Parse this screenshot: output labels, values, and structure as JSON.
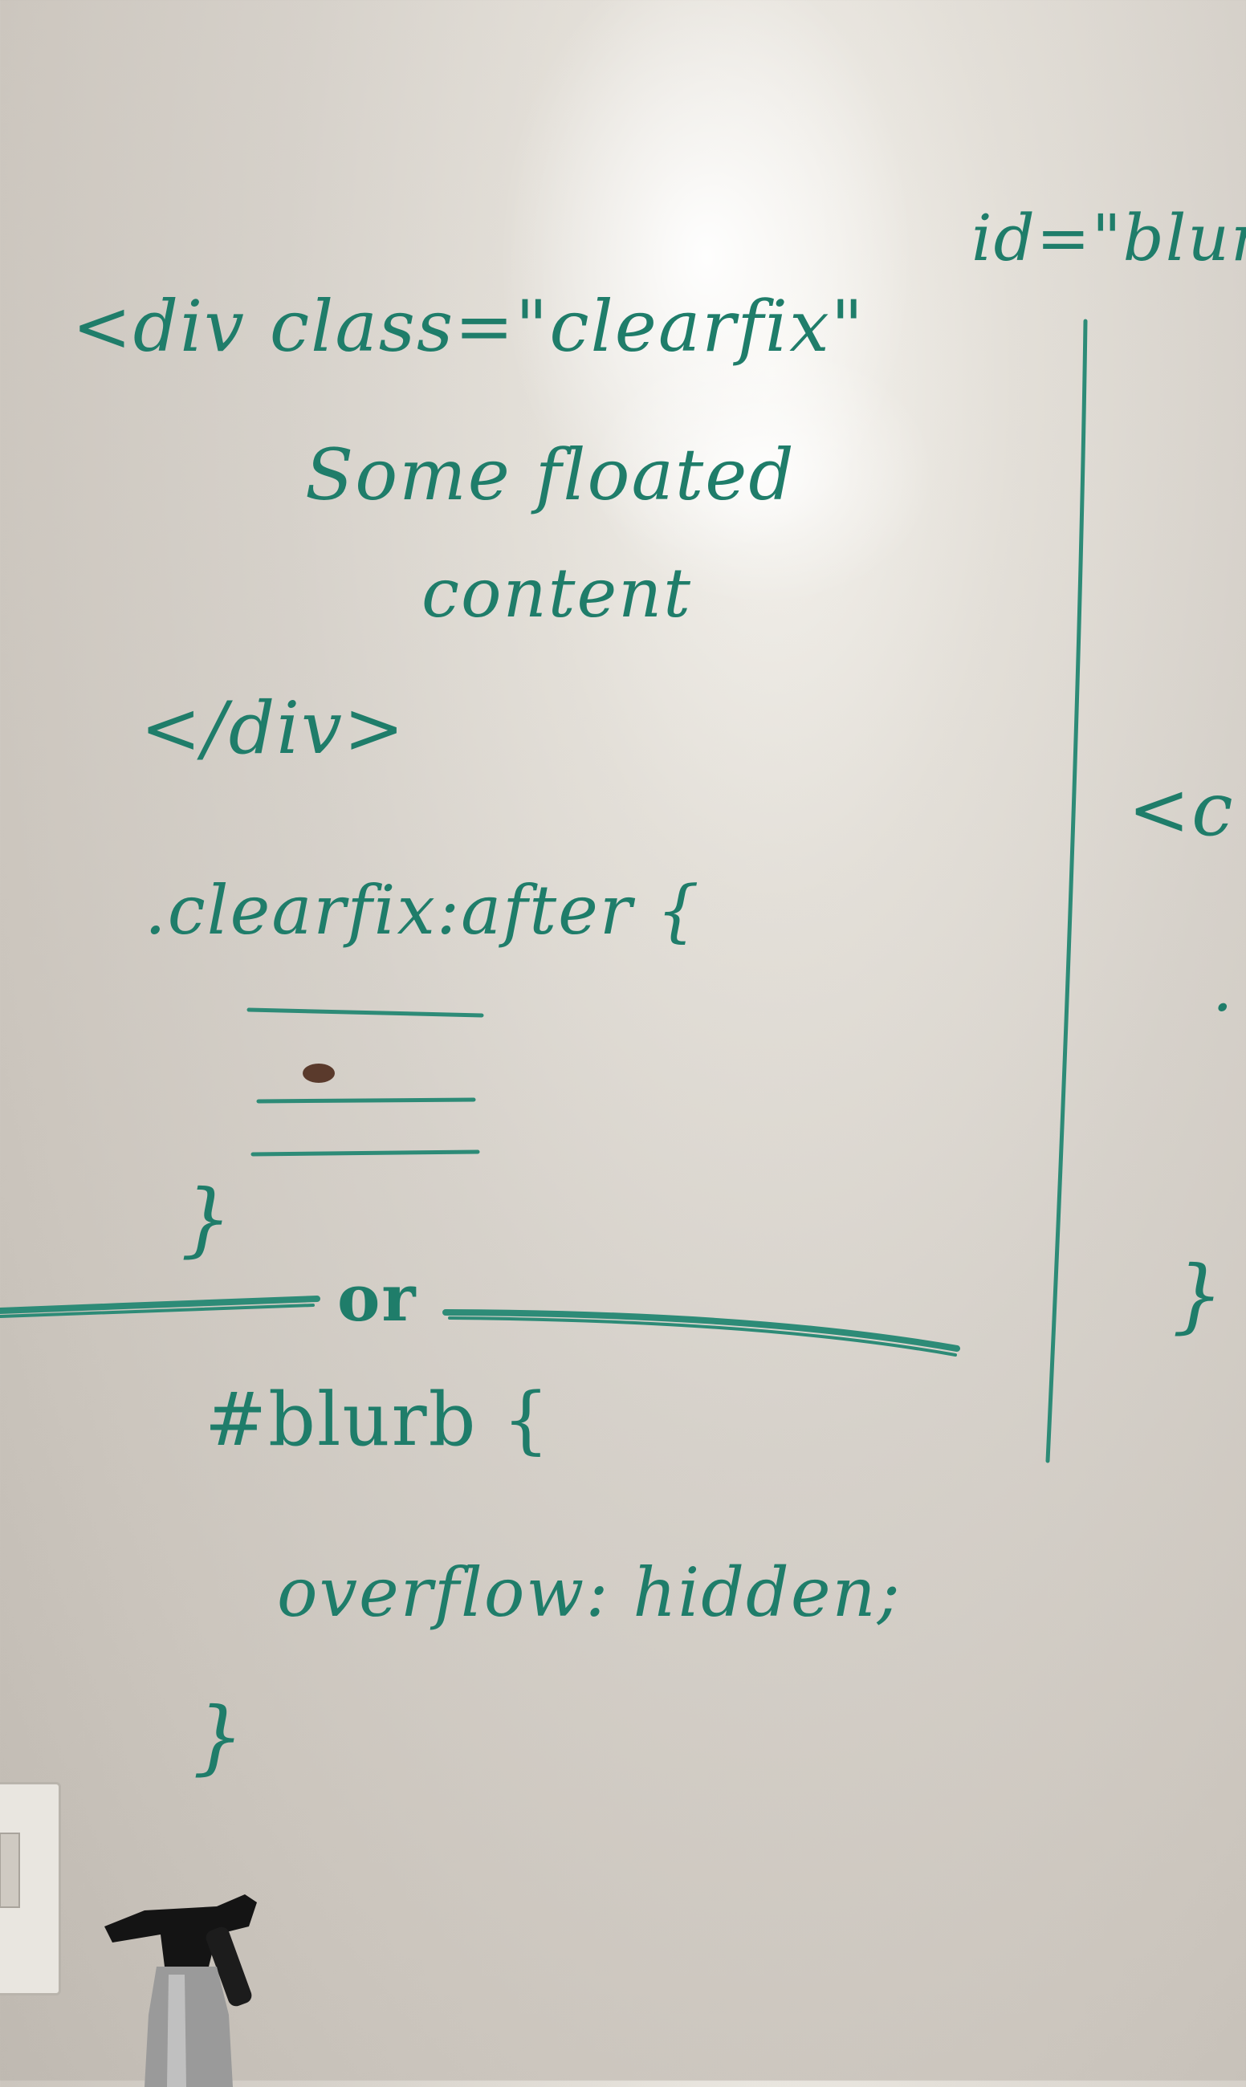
{
  "board": {
    "ink_color": "#1f7d6a",
    "top_right_fragment": "id=\"blurb",
    "open_div_line": "<div class=\"clearfix\"",
    "content_line_1": "Some floated",
    "content_line_2": "content",
    "close_div_line": "</div>",
    "rule_selector": ".clearfix:after {",
    "rule_close_1": "}",
    "divider_label": "or",
    "blurb_selector": "#blurb {",
    "blurb_declaration": "overflow: hidden;",
    "rule_close_2": "}",
    "right_fragment_1": "<c",
    "right_fragment_2": ".",
    "right_fragment_3": "}"
  }
}
